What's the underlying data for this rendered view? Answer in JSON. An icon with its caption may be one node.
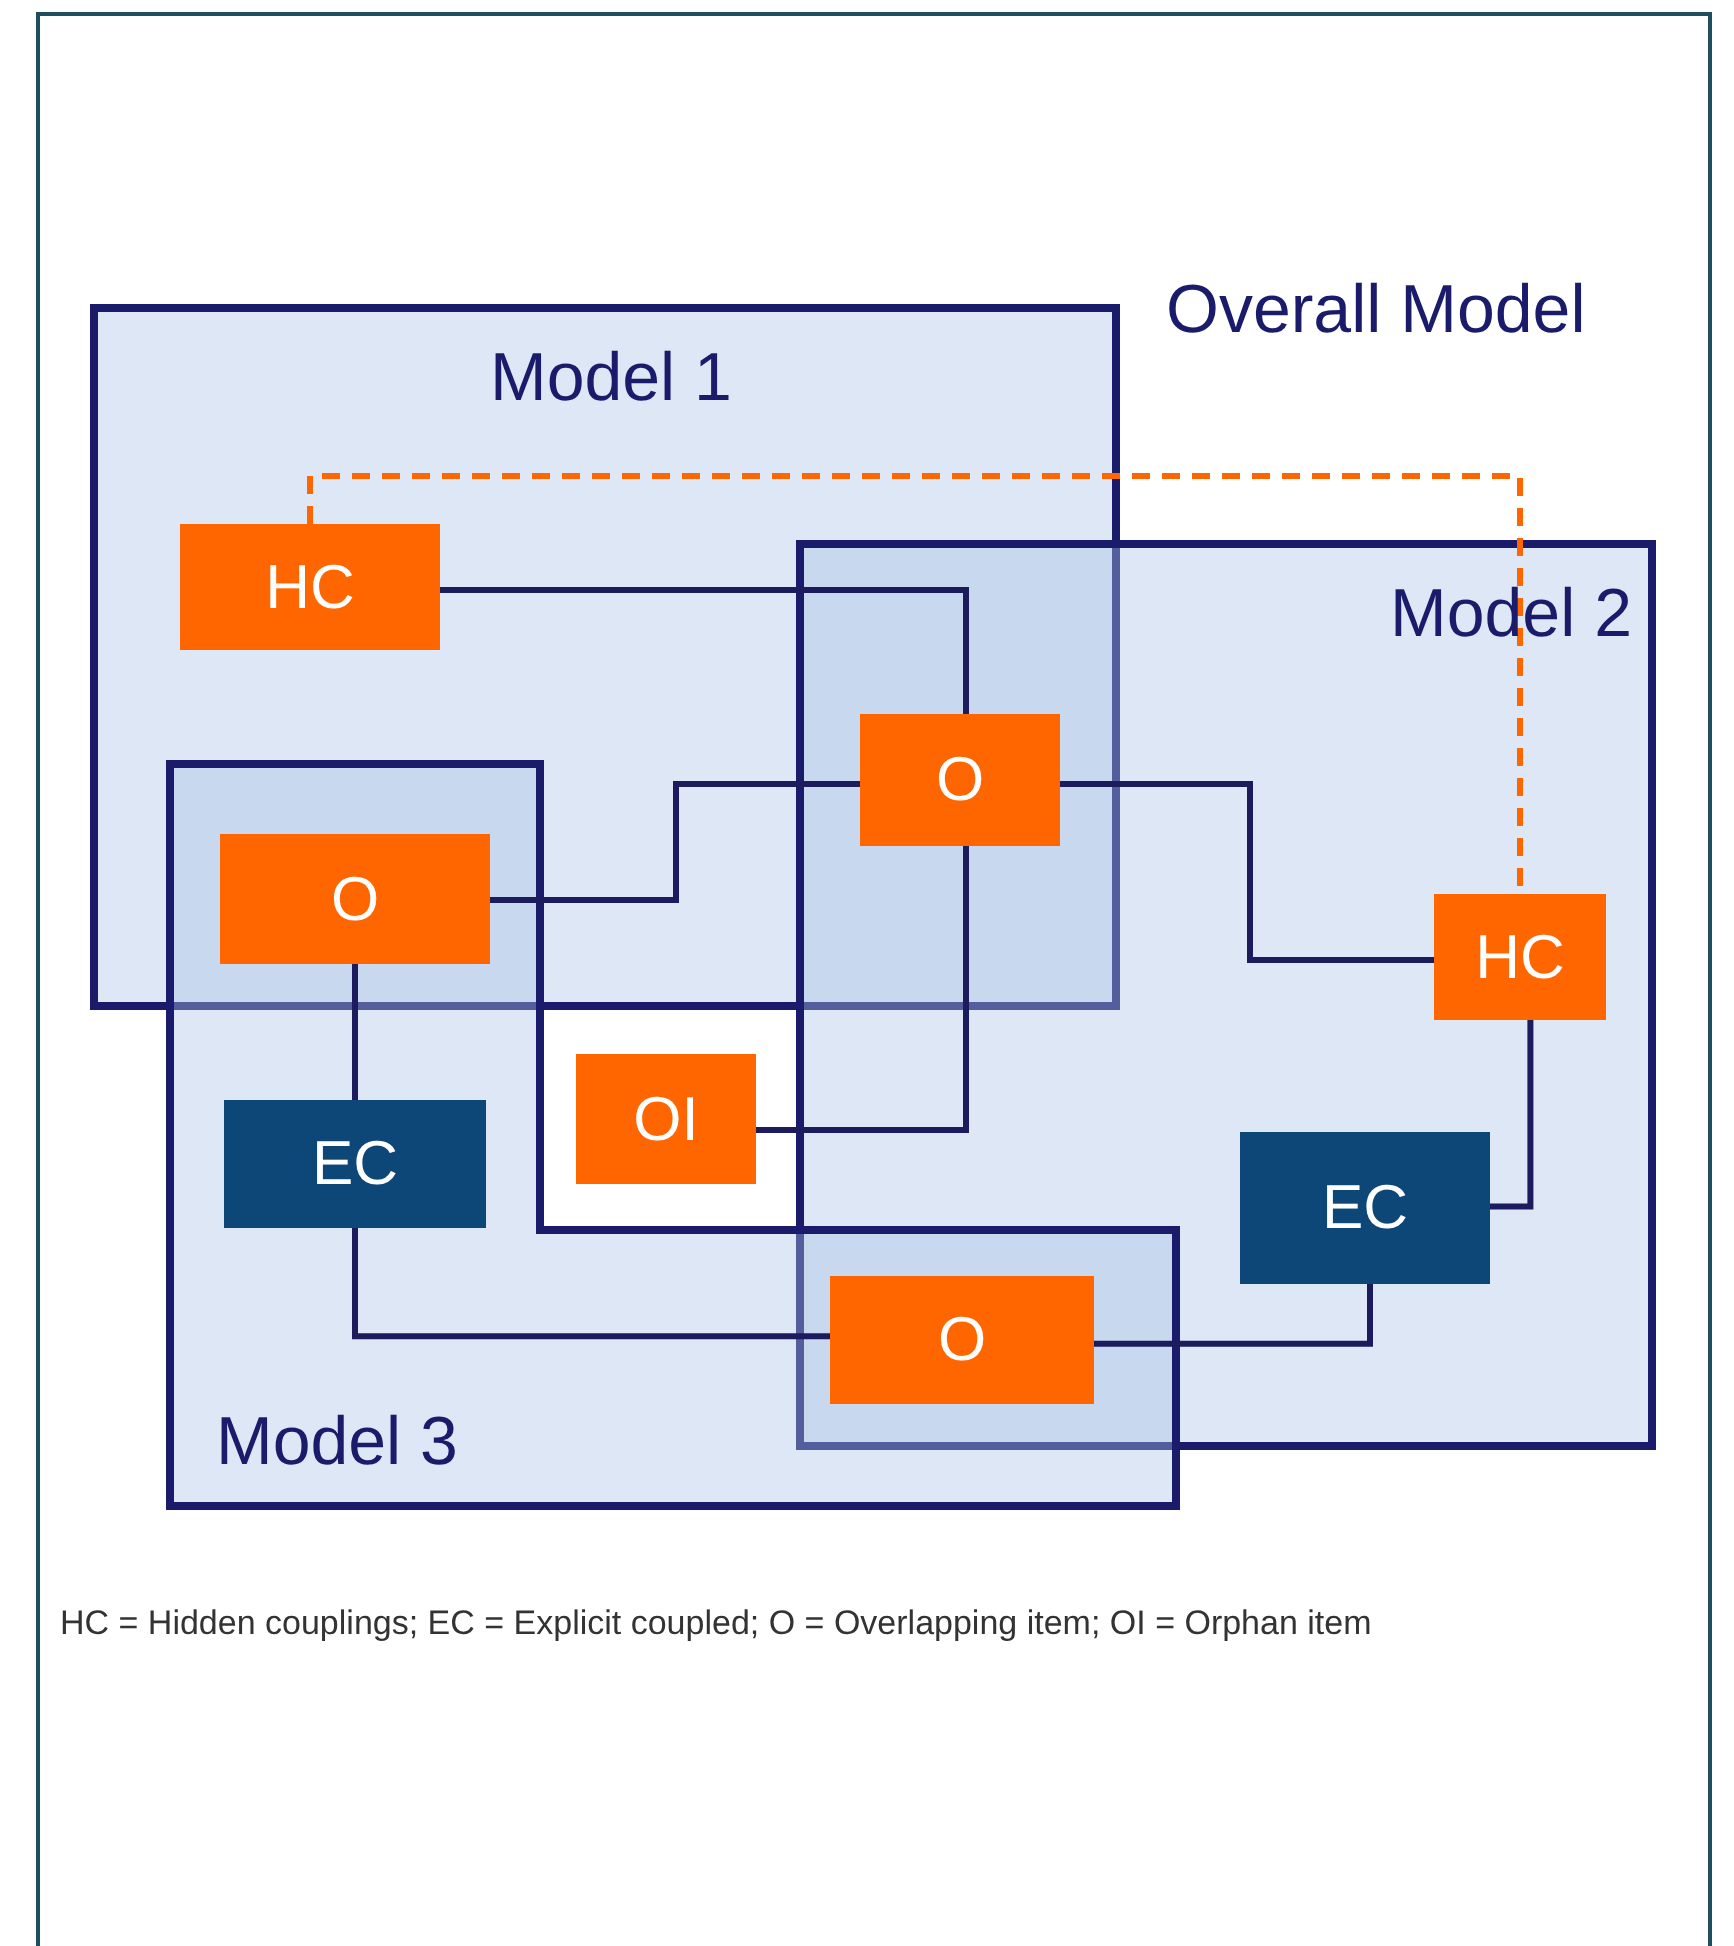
{
  "diagram": {
    "nodes": [
      {
        "text": [
          "Model 1"
        ]
      },
      {
        "text": [
          "Model 2"
        ]
      },
      {
        "text": [
          "Model 3"
        ]
      },
      {
        "text": [
          "HC"
        ],
        "in": 0
      },
      {
        "text": [
          "O"
        ]
      },
      {
        "text": [
          "O"
        ]
      },
      {
        "text": [
          "OI"
        ]
      },
      {
        "text": [
          "HC"
        ],
        "in": 1
      },
      {
        "text": [
          "EC"
        ],
        "in": 2
      },
      {
        "text": [
          "EC"
        ],
        "in": 1
      },
      {
        "text": [
          "O"
        ]
      }
    ],
    "edges": [
      {
        "from": 3,
        "to": 4,
        "arrow": "none"
      },
      {
        "from": 3,
        "to": 7,
        "arrow": "none",
        "style": "dashed",
        "color": "#ff6600"
      },
      {
        "from": 5,
        "to": 4,
        "arrow": "none"
      },
      {
        "from": 4,
        "to": 7,
        "arrow": "none"
      },
      {
        "from": 4,
        "to": 6,
        "arrow": "none"
      },
      {
        "from": 5,
        "to": 8,
        "arrow": "none"
      },
      {
        "from": 8,
        "to": 10,
        "arrow": "none"
      },
      {
        "from": 10,
        "to": 9,
        "arrow": "none"
      },
      {
        "from": 9,
        "to": 7,
        "arrow": "none"
      }
    ],
    "labels": [
      "Overall Model",
      "HC = Hidden couplings; EC = Explicit coupled; O = Overlapping item; OI = Orphan item"
    ]
  }
}
